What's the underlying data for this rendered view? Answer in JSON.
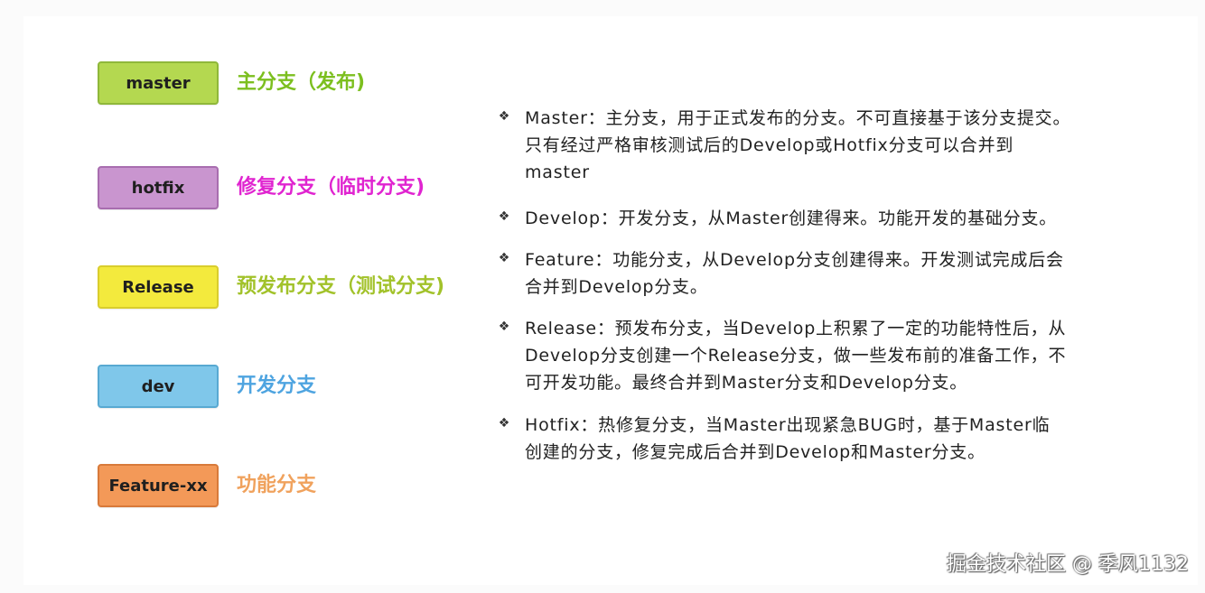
{
  "legend": [
    {
      "box_label": "master",
      "desc": "主分支（发布)",
      "box_bg": "#b4d850",
      "box_border": "#8fb83a",
      "desc_color": "#7cbf1f"
    },
    {
      "box_label": "hotfix",
      "desc": "修复分支（临时分支)",
      "box_bg": "#c995cf",
      "box_border": "#a86daf",
      "desc_color": "#e024d0"
    },
    {
      "box_label": "Release",
      "desc": "预发布分支（测试分支)",
      "box_bg": "#f3ea3d",
      "box_border": "#d9cd2d",
      "desc_color": "#a2c22a"
    },
    {
      "box_label": "dev",
      "desc": "开发分支",
      "box_bg": "#7fc7ea",
      "box_border": "#58a9d2",
      "desc_color": "#4ea4e0"
    },
    {
      "box_label": "Feature-xx",
      "desc": "功能分支",
      "box_bg": "#f39958",
      "box_border": "#d87a3a",
      "desc_color": "#f0a25d"
    }
  ],
  "descriptions": [
    {
      "bullet": "❖",
      "lines": [
        "Master：主分支，用于正式发布的分支。不可直接基于该分支提交。",
        "只有经过严格审核测试后的Develop或Hotfix分支可以合并到",
        "master"
      ]
    },
    {
      "bullet": "❖",
      "lines": [
        "Develop：开发分支，从Master创建得来。功能开发的基础分支。"
      ]
    },
    {
      "bullet": "❖",
      "lines": [
        "Feature：功能分支，从Develop分支创建得来。开发测试完成后会",
        "合并到Develop分支。"
      ]
    },
    {
      "bullet": "❖",
      "lines": [
        "Release：预发布分支，当Develop上积累了一定的功能特性后，从",
        "Develop分支创建一个Release分支，做一些发布前的准备工作，不",
        "可开发功能。最终合并到Master分支和Develop分支。"
      ]
    },
    {
      "bullet": "❖",
      "lines": [
        "Hotfix：热修复分支，当Master出现紧急BUG时，基于Master临",
        "创建的分支，修复完成后合并到Develop和Master分支。"
      ]
    }
  ],
  "watermark": "掘金技术社区 @ 季风1132"
}
